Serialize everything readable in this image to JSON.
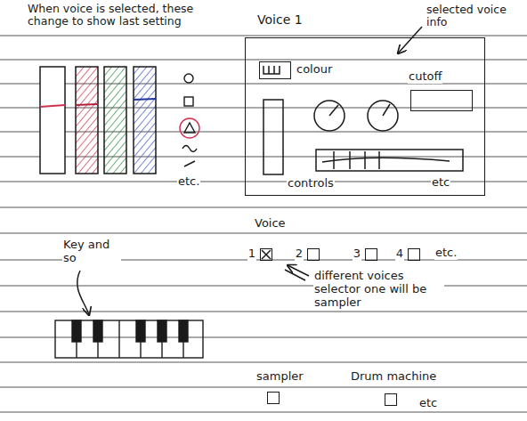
{
  "diagram": {
    "nodes": [
      {
        "text": [
          "Voice 1"
        ]
      },
      {
        "text": [
          "colour"
        ],
        "in": 0
      },
      {
        "text": [
          "cutoff"
        ],
        "in": 0
      },
      {
        "text": [
          "1"
        ]
      },
      {
        "text": [
          "2"
        ]
      },
      {
        "text": [
          "3"
        ]
      },
      {
        "text": [
          "4"
        ]
      },
      {
        "text": [
          "sampler"
        ]
      },
      {
        "text": [
          "Drum machine"
        ]
      }
    ],
    "labels": [
      "When voice is selected, these change to show last setting",
      "selected voice info",
      "etc.",
      "controls",
      "etc",
      "Voice",
      "etc.",
      "Key and so",
      "different voices selector one will be sampler",
      "etc"
    ]
  }
}
